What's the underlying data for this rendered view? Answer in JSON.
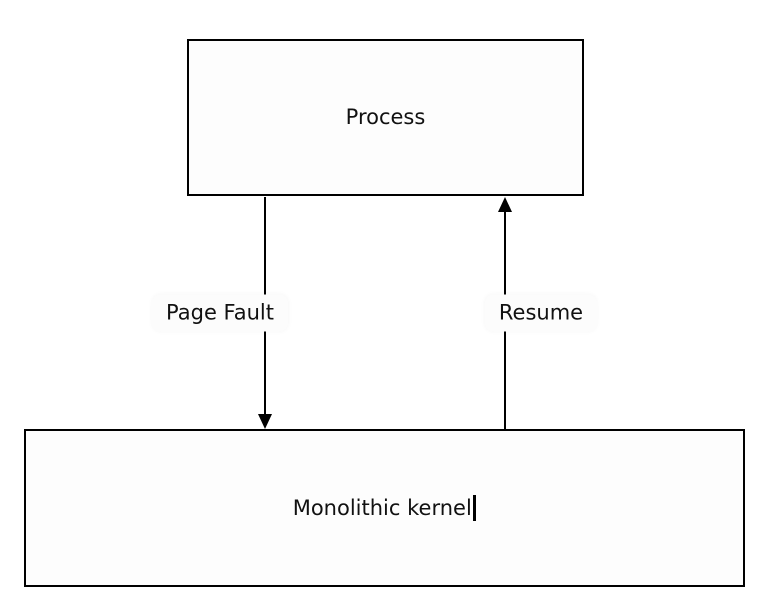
{
  "diagram": {
    "colors": {
      "background": "#ffffff",
      "stroke": "#000000",
      "box_fill": "#fdfdfd",
      "text": "#111111"
    },
    "nodes": [
      {
        "id": "process",
        "label": "Process"
      },
      {
        "id": "monolithic-kernel",
        "label": "Monolithic kernel",
        "editing_caret_visible": true
      }
    ],
    "edges": [
      {
        "id": "page-fault",
        "label": "Page Fault",
        "from": "process",
        "to": "monolithic-kernel",
        "direction": "down"
      },
      {
        "id": "resume",
        "label": "Resume",
        "from": "monolithic-kernel",
        "to": "process",
        "direction": "up"
      }
    ]
  }
}
